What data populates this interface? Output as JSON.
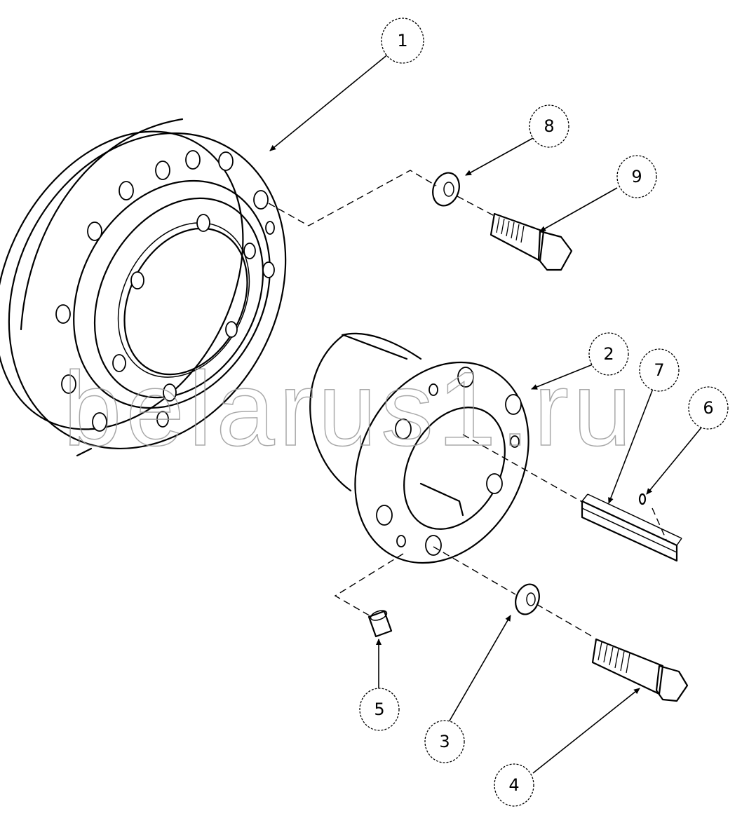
{
  "callouts": [
    {
      "id": "1",
      "label": "1"
    },
    {
      "id": "2",
      "label": "2"
    },
    {
      "id": "3",
      "label": "3"
    },
    {
      "id": "4",
      "label": "4"
    },
    {
      "id": "5",
      "label": "5"
    },
    {
      "id": "6",
      "label": "6"
    },
    {
      "id": "7",
      "label": "7"
    },
    {
      "id": "8",
      "label": "8"
    },
    {
      "id": "9",
      "label": "9"
    }
  ],
  "watermark": "belarus1.ru"
}
